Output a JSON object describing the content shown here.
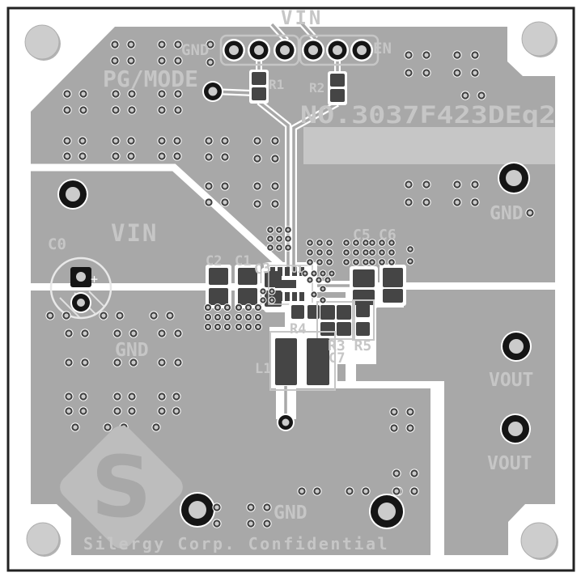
{
  "colors": {
    "board_copper": "#a8a8a8",
    "substrate_white": "#ffffff",
    "silkscreen_gray": "#c6c6c6",
    "pad_dark": "#454545",
    "drill_light": "#cbcbcb",
    "testpoint_black": "#151515",
    "light_bar": "#c6c6c6",
    "logo_gray": "#bdbdbd",
    "frame_black": "#222222"
  },
  "labels": {
    "vin_top": "VIN",
    "gnd_header": "GND",
    "en_header": "EN",
    "pg_mode": "PG/MODE",
    "r1": "R1",
    "r2": "R2",
    "part_number": "NO.3037F423DEq2",
    "gnd_right": "GND",
    "vin_plane": "VIN",
    "c0": "C0",
    "c2": "C2",
    "c1": "C1",
    "c3": "C3",
    "u1": "U1",
    "c5": "C5",
    "c6": "C6",
    "r4": "R4",
    "r3_r5": "R3 R5",
    "c7": "C7",
    "l1": "L1",
    "gnd_plane": "GND",
    "vout_upper": "VOUT",
    "vout_lower": "VOUT",
    "gnd_bottom": "GND",
    "footer": "Silergy Corp. Confidential",
    "logo_letter": "S"
  }
}
